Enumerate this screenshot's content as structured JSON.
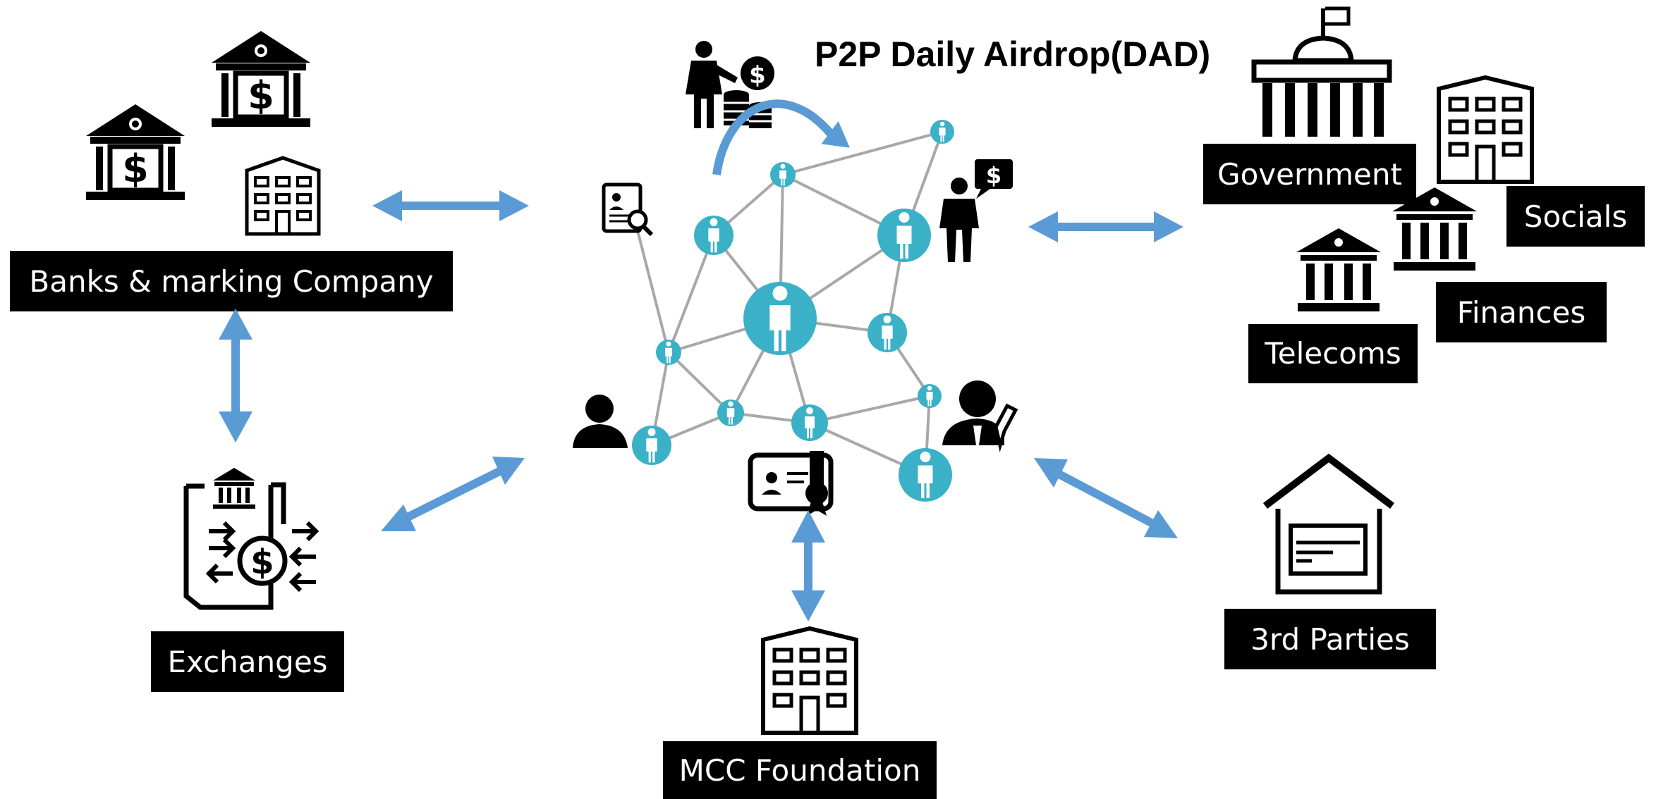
{
  "title": "P2P Daily Airdrop(DAD)",
  "labels": {
    "banks": "Banks & marking Company",
    "exchanges": "Exchanges",
    "mcc": "MCC Foundation",
    "government": "Government",
    "socials": "Socials",
    "finances": "Finances",
    "telecoms": "Telecoms",
    "third_parties": "3rd Parties"
  },
  "colors": {
    "arrow": "#5b9bd5",
    "node": "#3bb1c7",
    "edge": "#a8a8a8",
    "label_bg": "#000000"
  },
  "icons": {
    "bank": "bank-icon",
    "office": "office-building-icon",
    "exchange": "currency-exchange-icon",
    "capitol": "capitol-building-icon",
    "house": "house-icon",
    "person": "person-icon",
    "coins": "coins-icon",
    "id_card": "id-card-icon",
    "certificate": "certificate-icon"
  }
}
